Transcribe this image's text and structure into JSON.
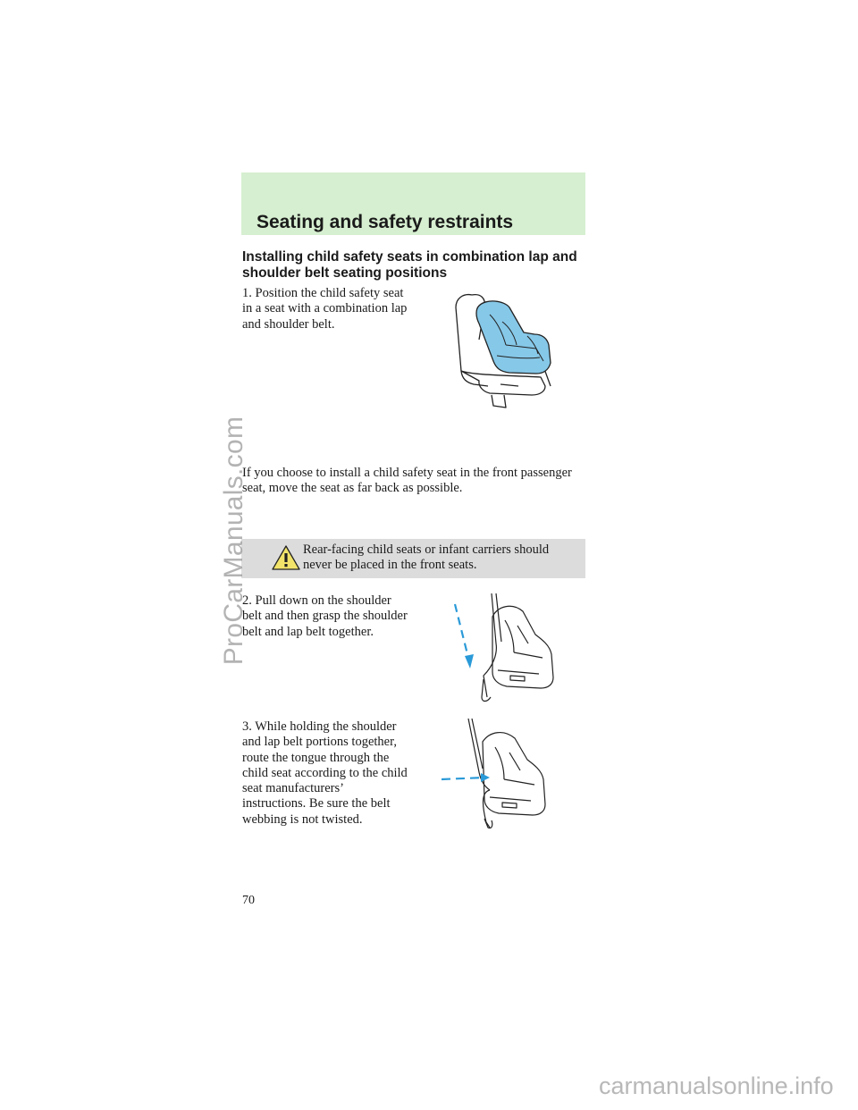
{
  "header": {
    "title": "Seating and safety restraints"
  },
  "section": {
    "heading": "Installing child safety seats in combination lap and shoulder belt seating positions"
  },
  "steps": [
    {
      "text": "1. Position the child safety seat in a seat with a combination lap and shoulder belt."
    },
    {
      "text": "2. Pull down on the shoulder belt and then grasp the shoulder belt and lap belt together."
    },
    {
      "text": "3. While holding the shoulder and lap belt portions together, route the tongue through the child seat according to the child seat manufacturers’ instructions. Be sure the belt webbing is not twisted."
    }
  ],
  "paragraph": {
    "text": "If you choose to install a child safety seat in the front passenger seat, move the seat as far back as possible."
  },
  "warning": {
    "text": "Rear-facing child seats or infant carriers should never be placed in the front seats.",
    "icon": "warning-triangle-icon"
  },
  "footer": {
    "page_number": "70"
  },
  "watermarks": {
    "left": "ProCarManuals.com",
    "bottom": "carmanualsonline.info"
  },
  "colors": {
    "header_bg": "#d6efd0",
    "warning_bg": "#dcdcdc",
    "child_seat_fill": "#86c8e8",
    "arrow": "#2a9ad8"
  }
}
